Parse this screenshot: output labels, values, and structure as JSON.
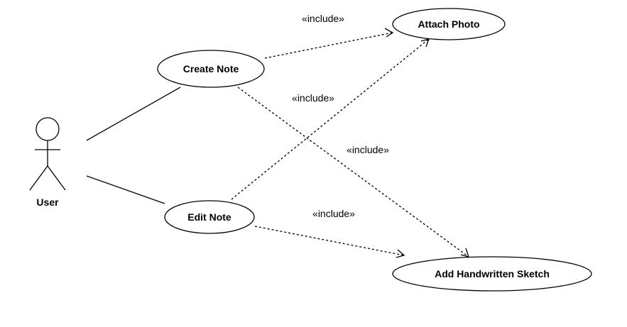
{
  "actor": {
    "name": "User"
  },
  "use_cases": {
    "create_note": "Create Note",
    "edit_note": "Edit Note",
    "attach_photo": "Attach Photo",
    "add_sketch": "Add Handwritten Sketch"
  },
  "relations": {
    "create_attach": "«include»",
    "edit_attach": "«include»",
    "create_sketch": "«include»",
    "edit_sketch": "«include»"
  },
  "colors": {
    "stroke": "#000000",
    "fill": "#ffffff"
  }
}
